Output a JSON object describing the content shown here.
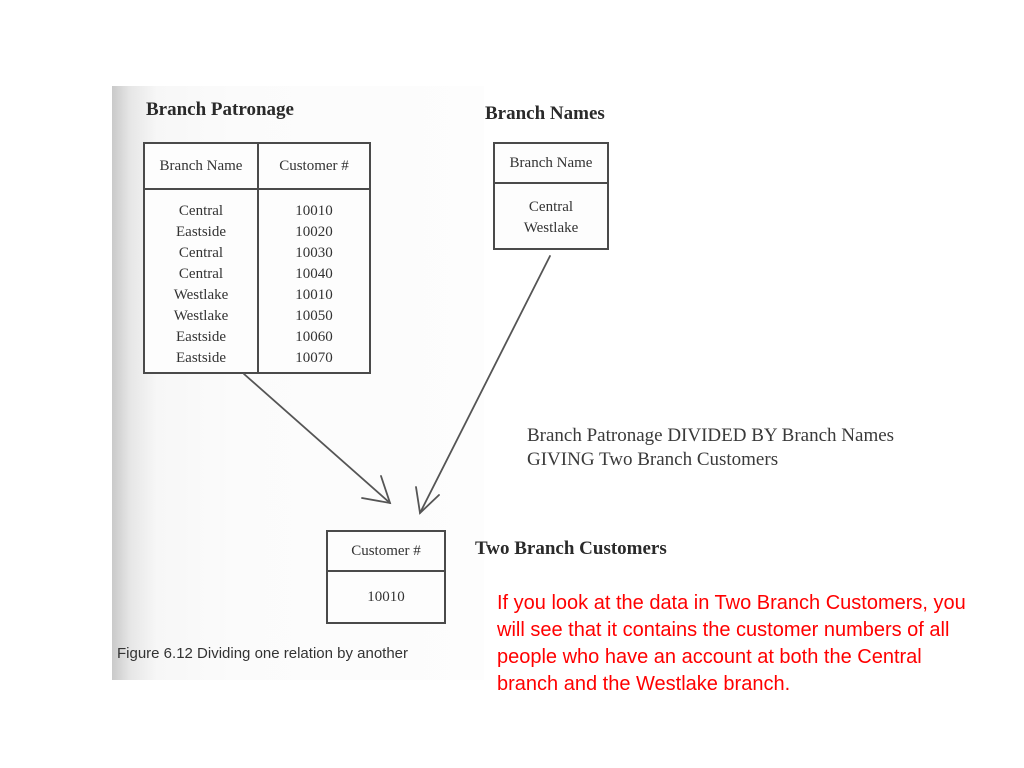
{
  "branch_patronage": {
    "title": "Branch Patronage",
    "columns": [
      "Branch Name",
      "Customer #"
    ],
    "branch_names": [
      "Central",
      "Eastside",
      "Central",
      "Central",
      "Westlake",
      "Westlake",
      "Eastside",
      "Eastside"
    ],
    "customer_numbers": [
      "10010",
      "10020",
      "10030",
      "10040",
      "10010",
      "10050",
      "10060",
      "10070"
    ]
  },
  "branch_names": {
    "title": "Branch Names",
    "column": "Branch Name",
    "values": [
      "Central",
      "Westlake"
    ]
  },
  "two_branch_customers": {
    "title": "Two Branch Customers",
    "column": "Customer #",
    "values": [
      "10010"
    ]
  },
  "operation": "Branch Patronage DIVIDED BY Branch Names GIVING Two Branch Customers",
  "figure_caption": "Figure 6.12  Dividing one relation by another",
  "note": "If you look at the data in Two Branch Customers, you will see that it contains the customer numbers of all people who have an account at both the Central branch and the Westlake branch.",
  "colors": {
    "note": "#ff0000",
    "ink": "#333333"
  }
}
